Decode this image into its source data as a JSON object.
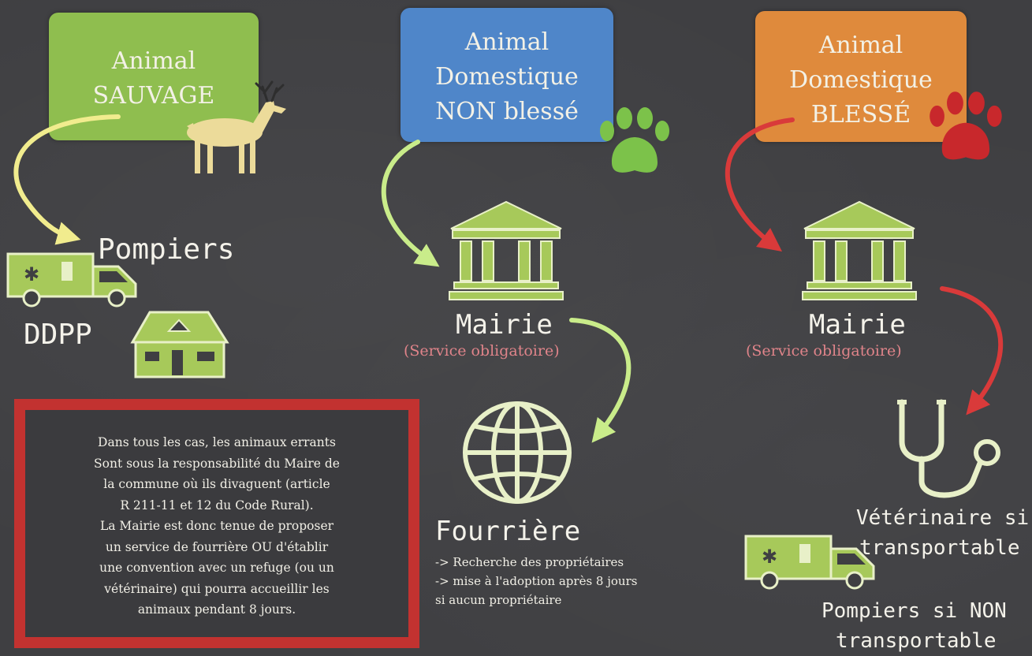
{
  "categories": {
    "sauvage": {
      "line1": "Animal",
      "line2": "SAUVAGE",
      "color": "#8fbe4f"
    },
    "non_blesse": {
      "line1": "Animal",
      "line2": "Domestique",
      "line3": "NON blessé",
      "color": "#4f86c9"
    },
    "blesse": {
      "line1": "Animal",
      "line2": "Domestique",
      "line3": "BLESSÉ",
      "color": "#df8a3c"
    }
  },
  "left_column": {
    "pompiers": "Pompiers",
    "ddpp": "DDPP"
  },
  "middle_column": {
    "mairie": "Mairie",
    "mairie_sub": "(Service obligatoire)",
    "fourriere": "Fourrière",
    "fourriere_notes": [
      "-> Recherche des propriétaires",
      "-> mise à l'adoption après 8 jours",
      "si aucun propriétaire"
    ]
  },
  "right_column": {
    "mairie": "Mairie",
    "mairie_sub": "(Service obligatoire)",
    "veterinaire_line1": "Vétérinaire si",
    "veterinaire_line2": "transportable",
    "pompiers_line1": "Pompiers si NON",
    "pompiers_line2": "transportable"
  },
  "info_box": {
    "lines": [
      "Dans tous les cas, les animaux errants",
      "Sont sous la responsabilité du Maire de",
      "la commune où ils divaguent (article",
      "R 211-11 et 12 du Code Rural).",
      "La Mairie est donc tenue de proposer",
      "un service de fourrière OU d'établir",
      "une convention avec un refuge (ou un",
      "vétérinaire) qui pourra accueillir les",
      "animaux pendant 8 jours."
    ],
    "border_color": "#c23230"
  },
  "icons": [
    "deer-icon",
    "green-paw-icon",
    "red-paw-icon",
    "ambulance-icon",
    "house-icon",
    "town-hall-icon",
    "globe-icon",
    "stethoscope-icon"
  ],
  "colors": {
    "background": "#3f3f42",
    "arrow_yellow": "#f1ec8e",
    "arrow_green": "#c9ec8a",
    "arrow_red": "#d93a3a",
    "icon_green": "#a7c95a"
  }
}
